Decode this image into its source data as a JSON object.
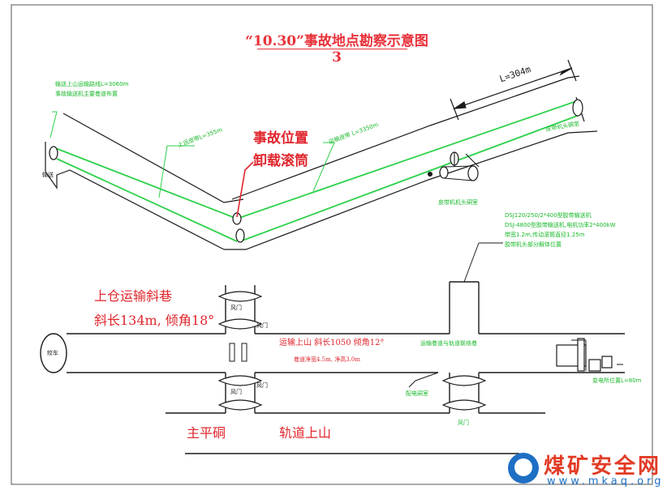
{
  "title": "“10.30”事故地点勘察示意图 3",
  "upper": {
    "dimension_label": "L=304m",
    "accident_line1": "事故位置",
    "accident_line2": "卸载滚筒",
    "note_topleft_1": "输送上山运输路线L=3060m",
    "note_topleft_2": "事故输送机主要巷道布置",
    "note_left_small": "输送",
    "note_mid_left": "上运皮带L=355m",
    "note_mid": "运输皮带 L=3350m",
    "note_right_top": "皮带机头硐室",
    "note_below_rollers": "皮带机机头硐室"
  },
  "lower": {
    "left_label_1": "上仓运输斜巷",
    "left_label_2": "斜长134m, 倾角18°",
    "center_label_1": "运输上山 斜长1050 倾角12°",
    "center_label_2": "巷道净宽4.5m, 净高3.0m",
    "bottom_left_label": "主平硐",
    "bottom_center_label": "轨道上山",
    "circle_label": "绞车",
    "door_label_upper": "风门",
    "door_label_lower": "风门",
    "door_small_1": "风门",
    "door_small_2": "风门",
    "right_spec_1": "DSJ120/250/2*400型胶带输送机",
    "right_spec_2": "DSJ-4800型胶带输送机,电机功率2*400kW",
    "right_spec_3": "带宽1.2m,传动滚筒直径1.25m",
    "right_spec_4": "胶带机头部分解体位置",
    "right_mid_label": "运输巷道与轨道联络巷",
    "right_bottom_label": "配电硐室",
    "right_door_label": "风门",
    "far_right_label": "变电所位置L=80m"
  },
  "watermark": {
    "name": "煤矿安全网",
    "url": "www.mkaq.org"
  },
  "colors": {
    "title_red": "#e8323a",
    "conveyor_green": "#2ed14a",
    "line_black": "#1a1a1a",
    "logo_blue": "#1e6fc4",
    "logo_red": "#e23b25"
  }
}
